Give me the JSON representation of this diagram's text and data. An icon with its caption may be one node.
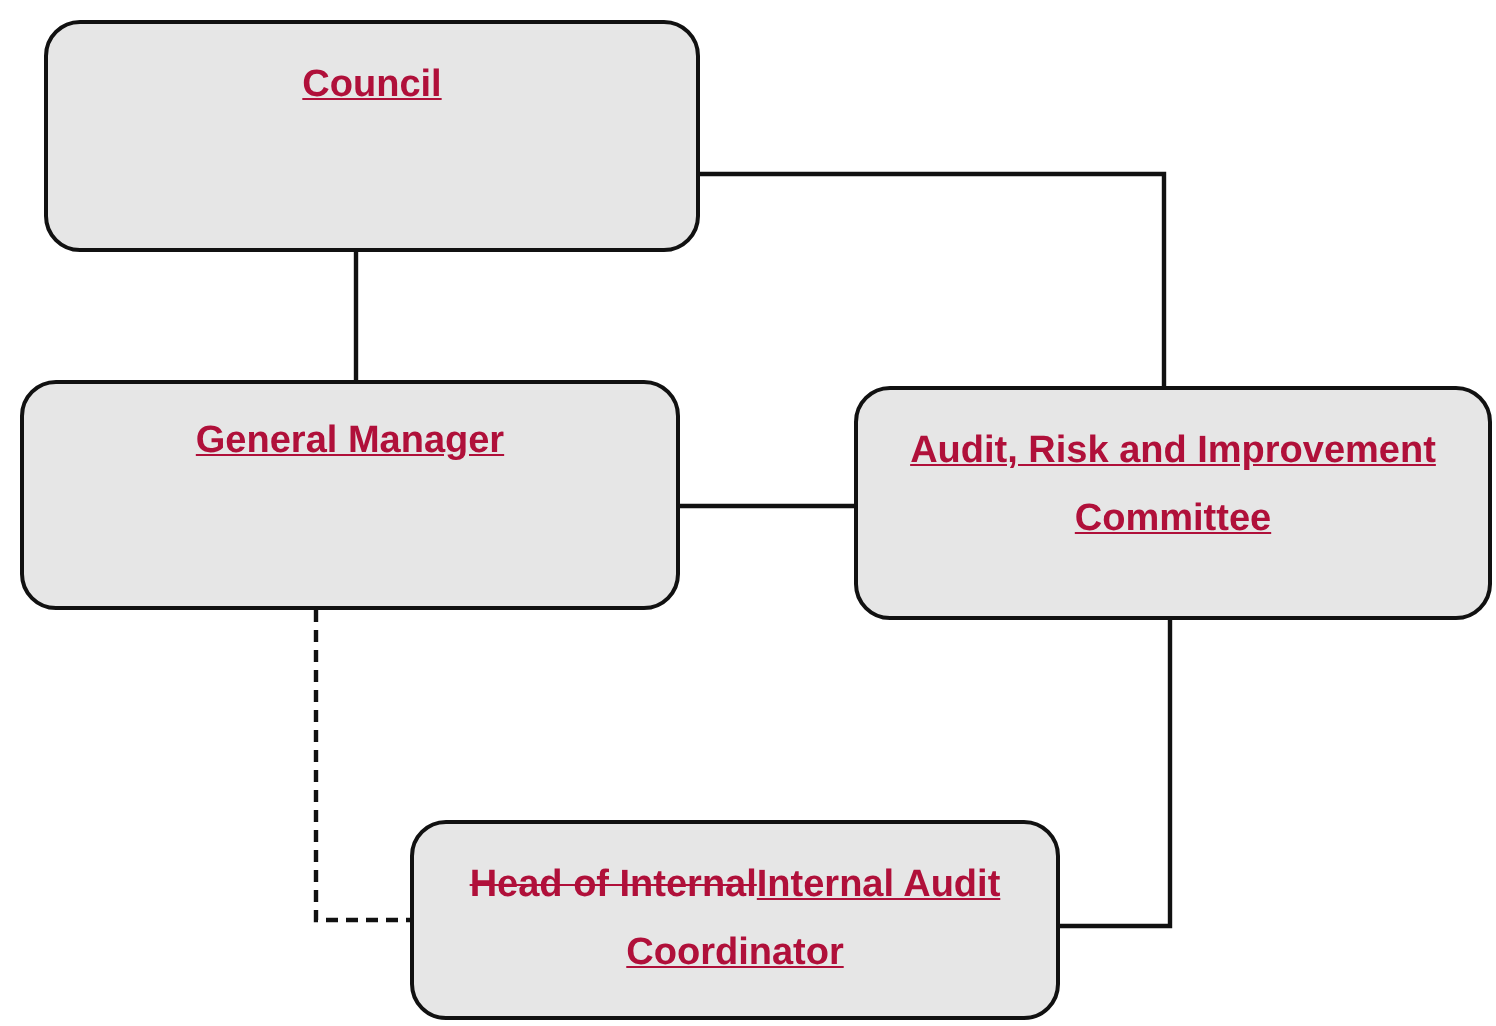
{
  "diagram": {
    "nodes": [
      {
        "text": [
          "Council"
        ]
      },
      {
        "text": [
          "General Manager"
        ]
      },
      {
        "text": [
          "Audit, Risk and Improvement Committee"
        ]
      },
      {
        "text": [
          "Head of Internal",
          "Internal Audit Coordinator"
        ]
      }
    ],
    "edges": [
      {
        "from": 0,
        "to": 1,
        "arrow": "none"
      },
      {
        "from": 0,
        "to": 2,
        "arrow": "none"
      },
      {
        "from": 1,
        "to": 2,
        "arrow": "none"
      },
      {
        "from": 2,
        "to": 3,
        "arrow": "none"
      },
      {
        "from": 1,
        "to": 3,
        "arrow": "none",
        "style": "dashed"
      }
    ]
  }
}
